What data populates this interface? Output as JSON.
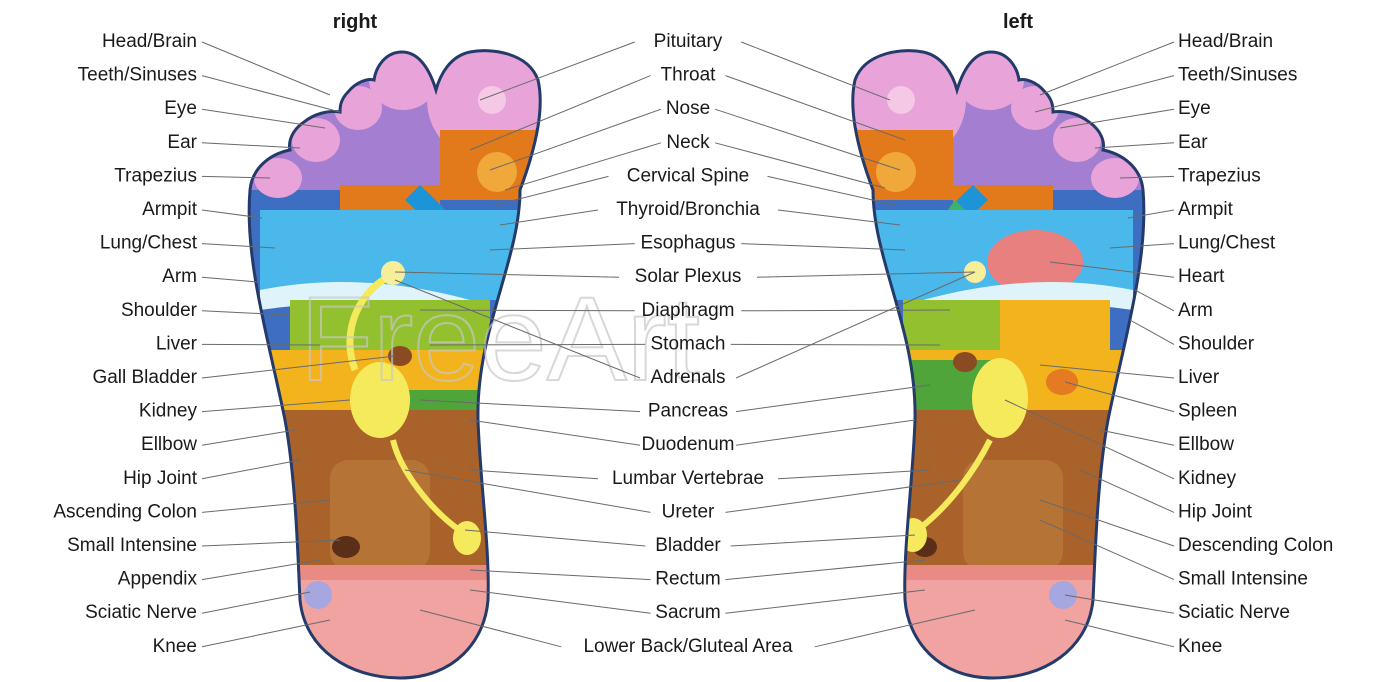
{
  "headers": {
    "right": "right",
    "left": "left"
  },
  "watermark": "FreeArt",
  "colors": {
    "leader": "#6a6a6a",
    "outline": "#233a6b",
    "band_blue": "#3d6ec2",
    "toes_pink": "#e8a3d8",
    "toes_violet": "#a47ed0",
    "orange": "#e2791a",
    "sky": "#4ab8ea",
    "heart": "#e88080",
    "yellow_green": "#93c02f",
    "gold": "#f3b31c",
    "green": "#4fa43a",
    "brown": "#a8622a",
    "dark_brown": "#80401e",
    "kidney_yellow": "#f4ea5b",
    "heel": "#f0a3a0"
  },
  "labels": {
    "right_foot": [
      "Head/Brain",
      "Teeth/Sinuses",
      "Eye",
      "Ear",
      "Trapezius",
      "Armpit",
      "Lung/Chest",
      "Arm",
      "Shoulder",
      "Liver",
      "Gall Bladder",
      "Kidney",
      "Ellbow",
      "Hip Joint",
      "Ascending Colon",
      "Small Intensine",
      "Appendix",
      "Sciatic Nerve",
      "Knee"
    ],
    "center": [
      "Pituitary",
      "Throat",
      "Nose",
      "Neck",
      "Cervical Spine",
      "Thyroid/Bronchia",
      "Esophagus",
      "Solar Plexus",
      "Diaphragm",
      "Stomach",
      "Adrenals",
      "Pancreas",
      "Duodenum",
      "Lumbar Vertebrae",
      "Ureter",
      "Bladder",
      "Rectum",
      "Sacrum",
      "Lower Back/Gluteal Area"
    ],
    "left_foot": [
      "Head/Brain",
      "Teeth/Sinuses",
      "Eye",
      "Ear",
      "Trapezius",
      "Armpit",
      "Lung/Chest",
      "Heart",
      "Arm",
      "Shoulder",
      "Liver",
      "Spleen",
      "Ellbow",
      "Kidney",
      "Hip Joint",
      "Descending Colon",
      "Small Intensine",
      "Sciatic Nerve",
      "Knee"
    ]
  }
}
